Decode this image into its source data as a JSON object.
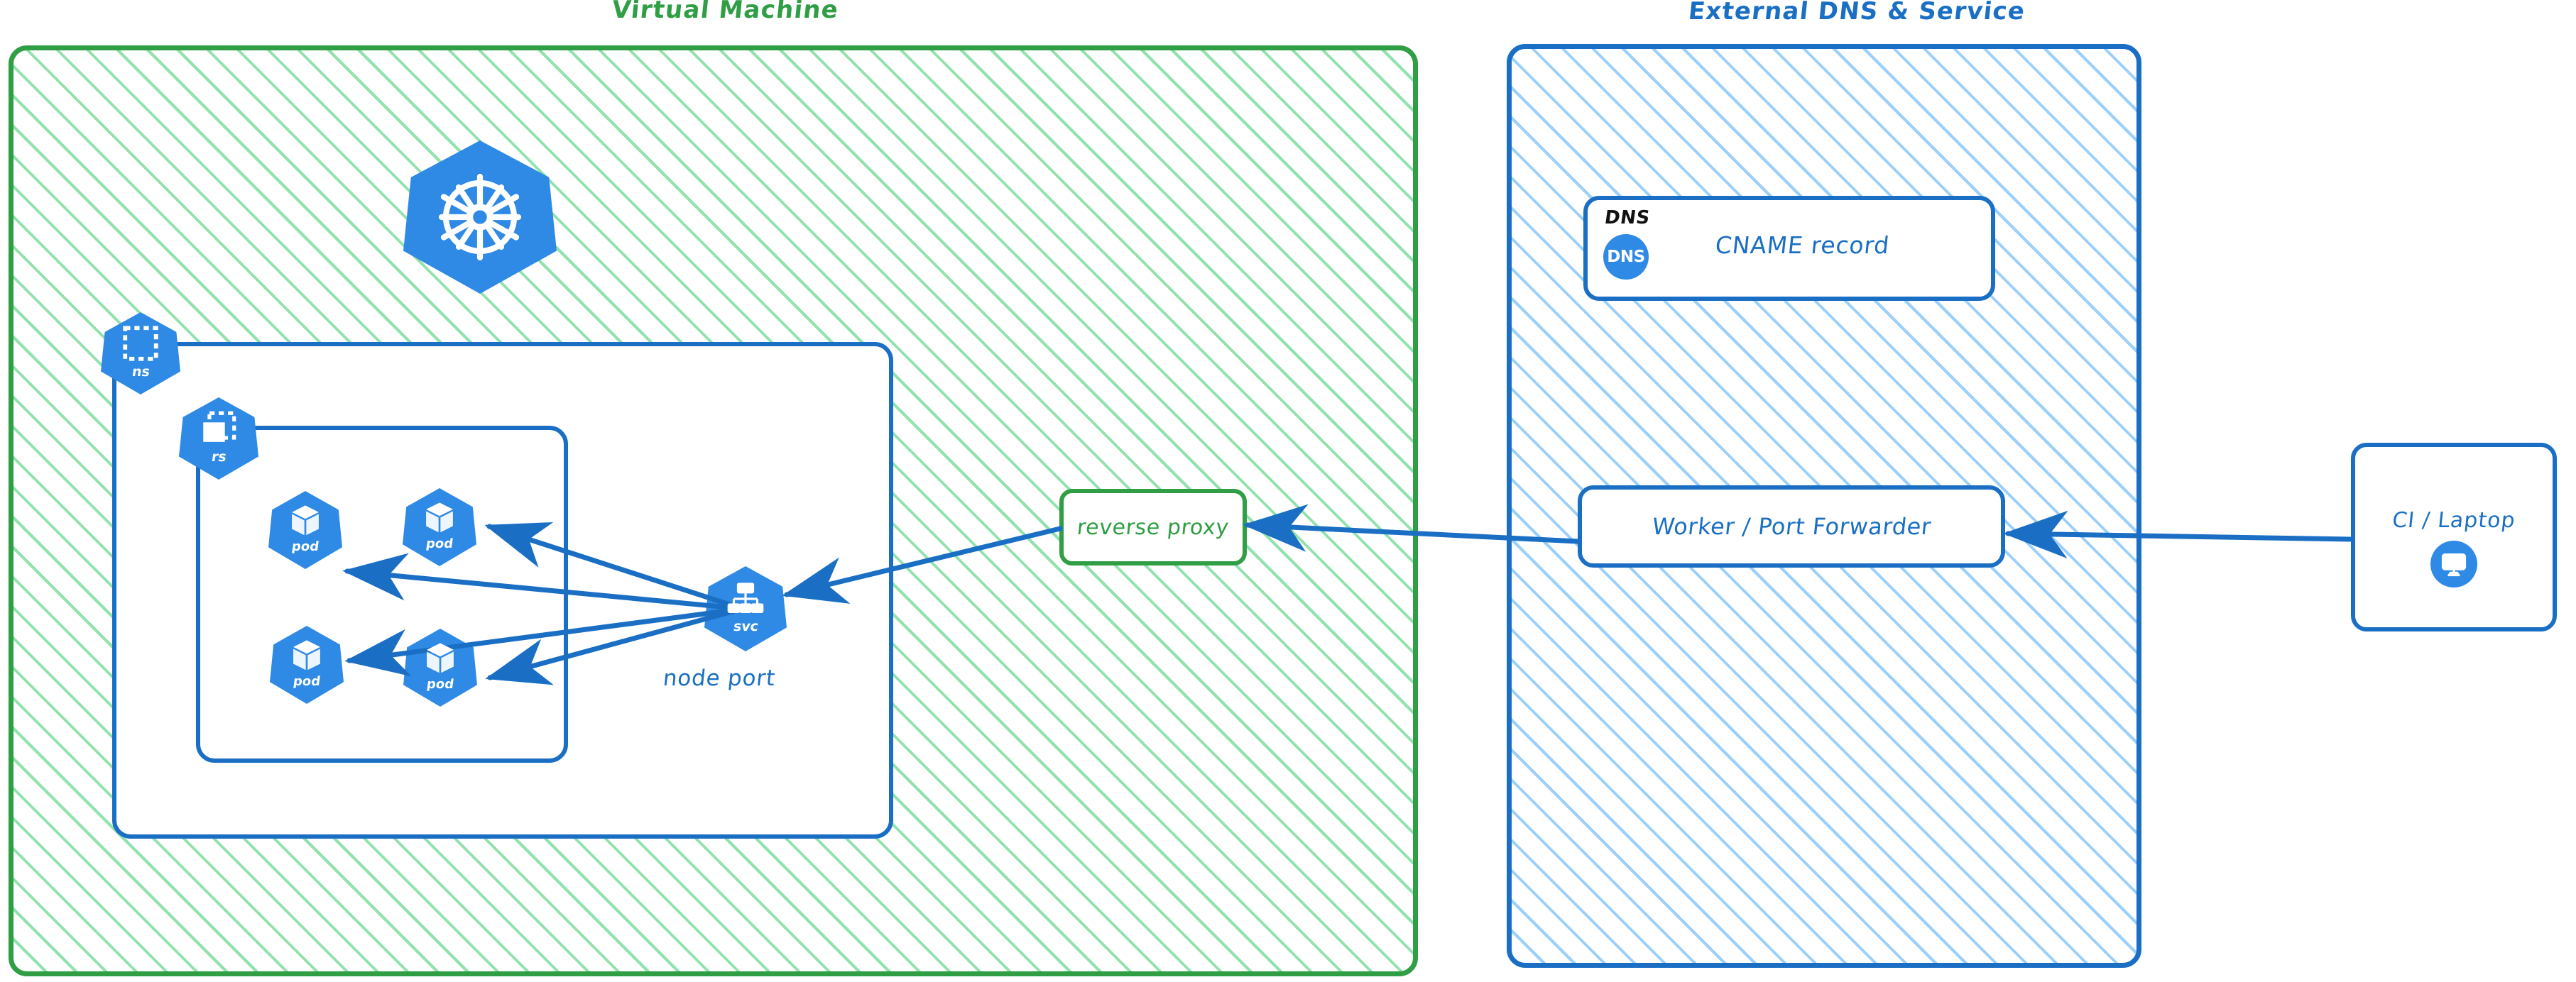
{
  "panels": {
    "vm": {
      "title": "Virtual Machine",
      "color": "#2f9e44",
      "hatch": "diagonal-green"
    },
    "external": {
      "title": "External DNS & Service",
      "color": "#1a6fc4",
      "hatch": "diagonal-blue"
    }
  },
  "kubernetes": {
    "logo_icon": "kubernetes-helm-icon",
    "namespace": {
      "label": "ns",
      "icon": "namespace-dashed-square-icon"
    },
    "replicaset": {
      "label": "rs",
      "icon": "replicaset-stacked-square-icon"
    },
    "pods": [
      {
        "label": "pod",
        "icon": "pod-cube-icon"
      },
      {
        "label": "pod",
        "icon": "pod-cube-icon"
      },
      {
        "label": "pod",
        "icon": "pod-cube-icon"
      },
      {
        "label": "pod",
        "icon": "pod-cube-icon"
      }
    ],
    "service": {
      "label": "svc",
      "icon": "service-tree-icon",
      "caption": "node port"
    }
  },
  "boxes": {
    "reverse_proxy": {
      "label": "reverse proxy",
      "color": "#2f9e44"
    },
    "cname_record": {
      "tag": "DNS",
      "badge": "DNS",
      "label": "CNAME record",
      "icon": "dns-circle-icon"
    },
    "worker": {
      "label": "Worker / Port Forwarder",
      "color": "#1a6fc4"
    },
    "client": {
      "label": "CI / Laptop",
      "icon": "desktop-monitor-icon",
      "color": "#1a6fc4"
    }
  },
  "edges": [
    {
      "from": "svc",
      "to": "pod-1",
      "style": "arrow"
    },
    {
      "from": "svc",
      "to": "pod-2",
      "style": "arrow"
    },
    {
      "from": "svc",
      "to": "pod-3",
      "style": "arrow"
    },
    {
      "from": "svc",
      "to": "pod-4",
      "style": "arrow"
    },
    {
      "from": "reverse-proxy",
      "to": "svc",
      "style": "arrow"
    },
    {
      "from": "worker",
      "to": "reverse-proxy",
      "style": "arrow"
    },
    {
      "from": "client",
      "to": "worker",
      "style": "arrow"
    }
  ],
  "colors": {
    "green": "#2f9e44",
    "green_hatch": "#8ce0aa",
    "blue": "#1a6fc4",
    "blue_hatch": "#96cdfa",
    "k8s_blue": "#2e8ae5",
    "black": "#111111",
    "white": "#ffffff"
  }
}
